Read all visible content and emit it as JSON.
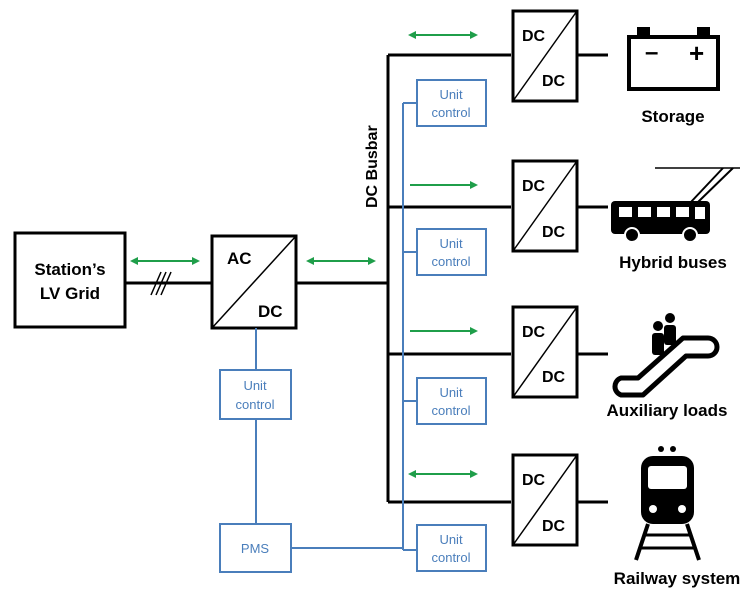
{
  "colors": {
    "black": "#000000",
    "control_blue": "#4a7ebb",
    "arrow_green": "#1f9e4a"
  },
  "grid": {
    "line1": "Station’s",
    "line2": "LV Grid"
  },
  "acdc": {
    "ac": "AC",
    "dc": "DC"
  },
  "busbar_label": "DC Busbar",
  "unit_control": {
    "line1": "Unit",
    "line2": "control"
  },
  "pms_label": "PMS",
  "dcdc": {
    "top": "DC",
    "bottom": "DC"
  },
  "branches": [
    {
      "label": "Storage",
      "icon": "battery-icon",
      "flow": "bidirectional"
    },
    {
      "label": "Hybrid buses",
      "icon": "trolleybus-icon",
      "flow": "unidirectional"
    },
    {
      "label": "Auxiliary loads",
      "icon": "escalator-icon",
      "flow": "unidirectional"
    },
    {
      "label": "Railway system",
      "icon": "train-icon",
      "flow": "bidirectional"
    }
  ],
  "battery": {
    "minus": "–",
    "plus": "+"
  }
}
